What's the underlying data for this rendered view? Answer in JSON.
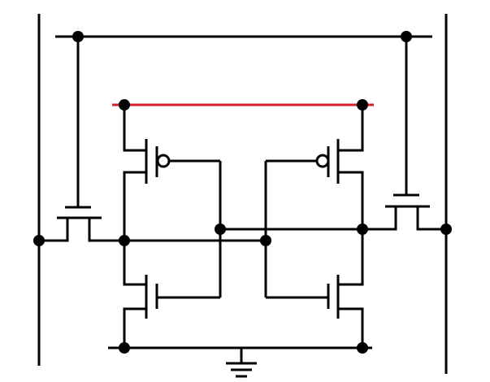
{
  "diagram": {
    "kind": "circuit-schematic",
    "subject": "6T SRAM cell",
    "colors": {
      "background": "#ffffff",
      "wire": "#000000",
      "supply_rail": "#d62027",
      "node": "#000000"
    },
    "components": [
      {
        "id": "bitline-left",
        "type": "bit-line"
      },
      {
        "id": "bitline-right",
        "type": "bit-line"
      },
      {
        "id": "wordline",
        "type": "word-line"
      },
      {
        "id": "vdd-rail",
        "type": "power-rail"
      },
      {
        "id": "gnd-rail",
        "type": "ground-rail"
      },
      {
        "id": "ground-symbol",
        "type": "ground"
      },
      {
        "id": "access-left",
        "type": "nmos"
      },
      {
        "id": "access-right",
        "type": "nmos"
      },
      {
        "id": "pullup-left",
        "type": "pmos"
      },
      {
        "id": "pullup-right",
        "type": "pmos"
      },
      {
        "id": "pulldown-left",
        "type": "nmos"
      },
      {
        "id": "pulldown-right",
        "type": "nmos"
      }
    ]
  }
}
